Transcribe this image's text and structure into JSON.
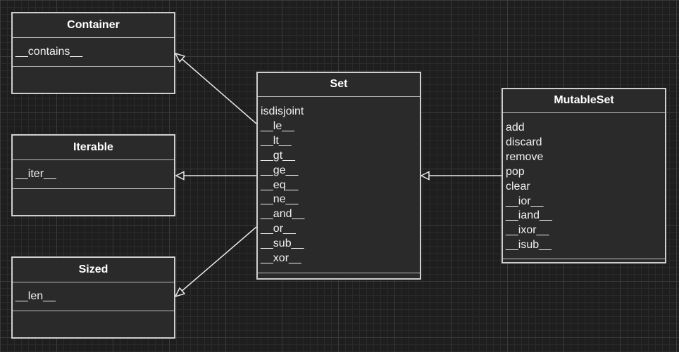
{
  "classes": {
    "container": {
      "name": "Container",
      "attributes": [
        "__contains__"
      ],
      "methods": []
    },
    "iterable": {
      "name": "Iterable",
      "attributes": [
        "__iter__"
      ],
      "methods": []
    },
    "sized": {
      "name": "Sized",
      "attributes": [
        "__len__"
      ],
      "methods": []
    },
    "set": {
      "name": "Set",
      "attributes": [
        "isdisjoint",
        "__le__",
        "__lt__",
        "__gt__",
        "__ge__",
        "__eq__",
        "__ne__",
        "__and__",
        "__or__",
        "__sub__",
        "__xor__"
      ],
      "methods": []
    },
    "mutableset": {
      "name": "MutableSet",
      "attributes": [
        "add",
        "discard",
        "remove",
        "pop",
        "clear",
        "__ior__",
        "__iand__",
        "__ixor__",
        "__isub__"
      ],
      "methods": []
    }
  },
  "relations": [
    {
      "from": "Set",
      "to": "Container",
      "type": "generalization"
    },
    {
      "from": "Set",
      "to": "Iterable",
      "type": "generalization"
    },
    {
      "from": "Set",
      "to": "Sized",
      "type": "generalization"
    },
    {
      "from": "MutableSet",
      "to": "Set",
      "type": "generalization"
    }
  ],
  "colors": {
    "background": "#1e1e1e",
    "box_fill": "#2a2a2a",
    "box_border": "#cfcfcf",
    "text": "#f0f0f0",
    "edge": "#e6e6e6"
  }
}
